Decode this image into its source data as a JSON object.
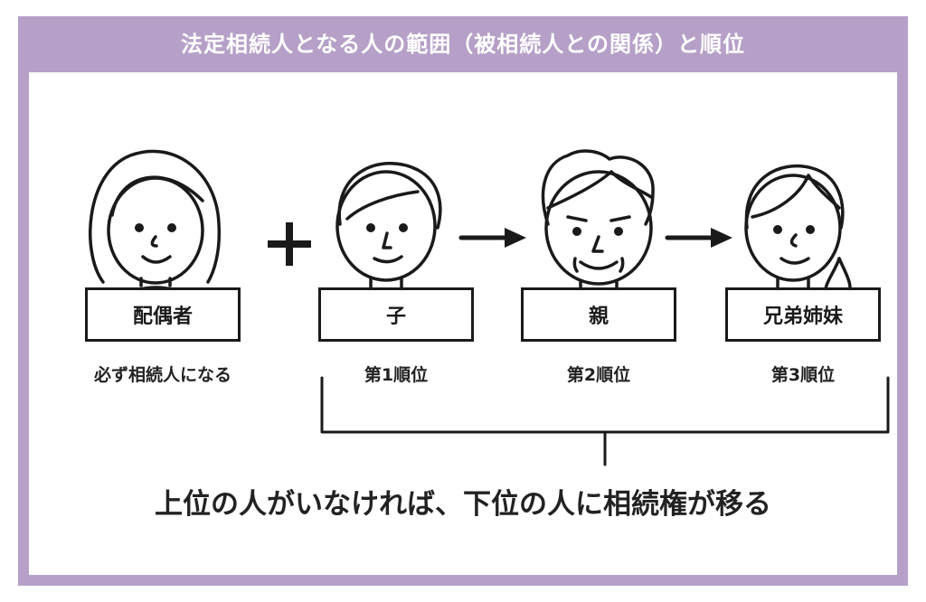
{
  "title": "法定相続人となる人の範囲（被相続人との関係）と順位",
  "people": [
    {
      "label": "配偶者",
      "sub": "必ず相続人になる"
    },
    {
      "label": "子",
      "sub": "第1順位"
    },
    {
      "label": "親",
      "sub": "第2順位"
    },
    {
      "label": "兄弟姉妹",
      "sub": "第3順位"
    }
  ],
  "conclusion": "上位の人がいなければ、下位の人に相続権が移る",
  "icons": {
    "spouse": "woman-short-hair-icon",
    "child": "boy-icon",
    "parent": "older-man-icon",
    "sibling": "girl-ponytail-icon",
    "plus": "plus-icon",
    "arrow": "arrow-right-icon"
  },
  "colors": {
    "frame": "#b6a0c8",
    "line": "#1a1a1a",
    "title_text": "#ffffff"
  }
}
